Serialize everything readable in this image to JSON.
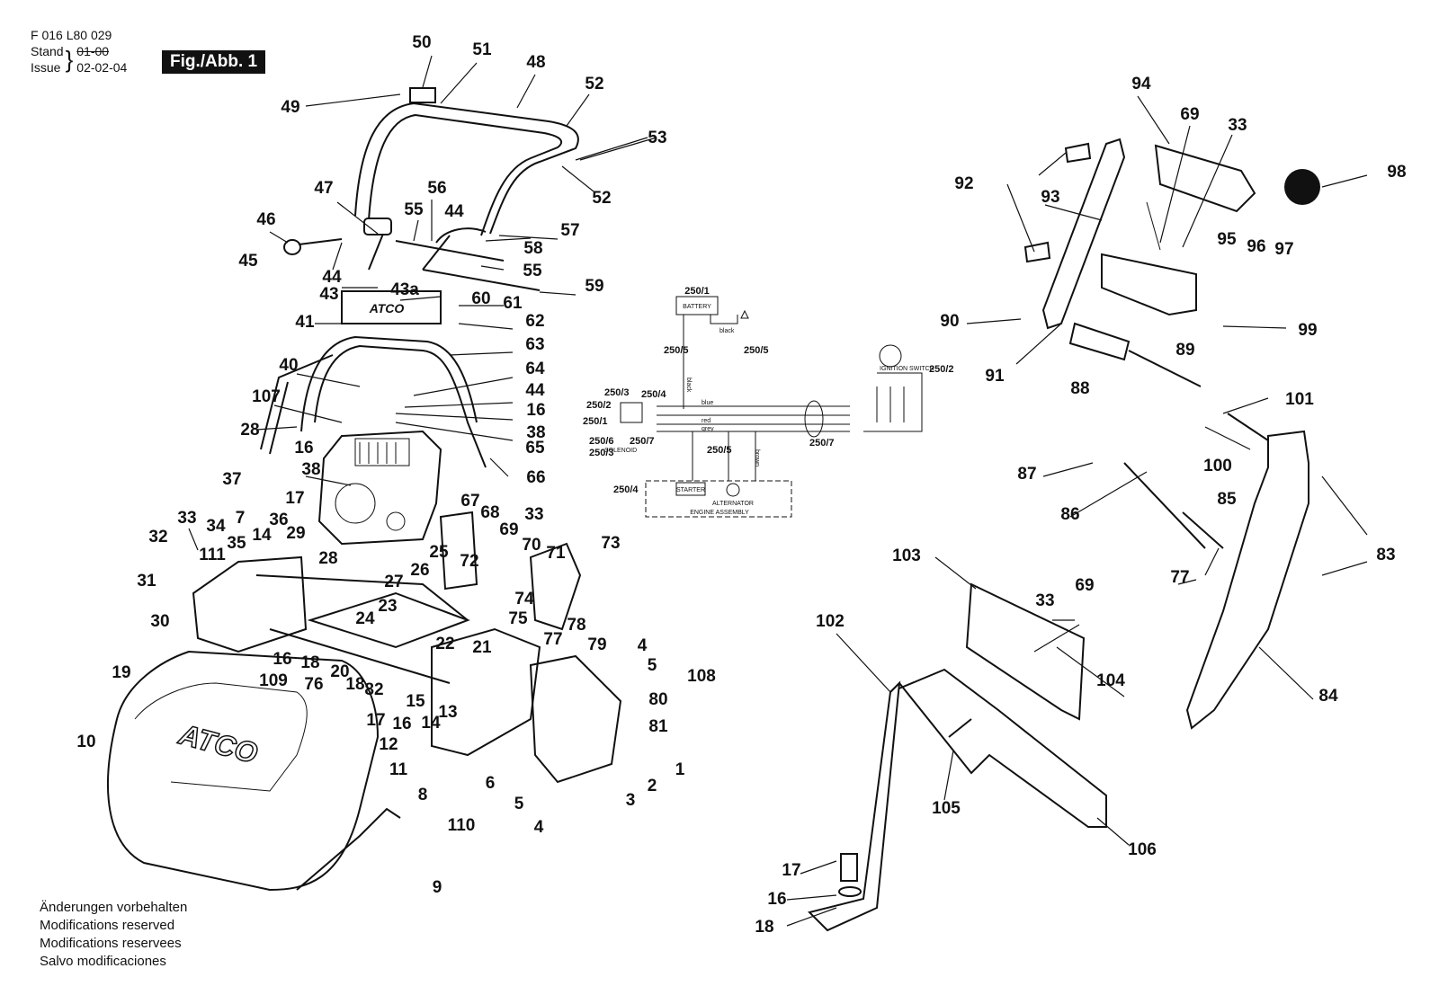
{
  "header": {
    "part_no": "F 016 L80 029",
    "stand_label": "Stand",
    "issue_label": "Issue",
    "stand_value_struck": "01-00",
    "issue_value": "02-02-04",
    "figure_label": "Fig./Abb. 1"
  },
  "notes": [
    "Änderungen vorbehalten",
    "Modifications reserved",
    "Modifications reservees",
    "Salvo modificaciones"
  ],
  "wiring": {
    "battery": "BATTERY",
    "black": "black",
    "blue": "blue",
    "red": "red",
    "grey": "grey",
    "brown": "brown",
    "solenoid": "SOLENOID",
    "ignition_switch": "IGNITION SWITCH",
    "starter": "STARTER",
    "alternator": "ALTERNATOR",
    "engine_assembly": "ENGINE ASSEMBLY",
    "refs": [
      "250/1",
      "250/5",
      "250/5",
      "250/3",
      "250/4",
      "250/2",
      "250/1",
      "250/6",
      "250/7",
      "250/3",
      "250/5",
      "250/7",
      "250/2",
      "250/4"
    ]
  },
  "callouts": [
    "50",
    "51",
    "48",
    "52",
    "53",
    "52",
    "49",
    "47",
    "56",
    "55",
    "44",
    "57",
    "46",
    "58",
    "45",
    "44",
    "55",
    "43",
    "43a",
    "59",
    "60",
    "61",
    "41",
    "62",
    "63",
    "40",
    "64",
    "44",
    "107",
    "16",
    "38",
    "28",
    "16",
    "38",
    "65",
    "37",
    "66",
    "17",
    "67",
    "68",
    "33",
    "33",
    "7",
    "36",
    "69",
    "70",
    "71",
    "34",
    "25",
    "73",
    "32",
    "35",
    "14",
    "29",
    "111",
    "72",
    "31",
    "28",
    "26",
    "27",
    "74",
    "23",
    "75",
    "30",
    "24",
    "22",
    "16",
    "21",
    "77",
    "78",
    "18",
    "109",
    "20",
    "79",
    "4",
    "76",
    "19",
    "82",
    "18",
    "15",
    "5",
    "108",
    "17",
    "16",
    "14",
    "13",
    "80",
    "10",
    "12",
    "81",
    "11",
    "6",
    "1",
    "2",
    "8",
    "5",
    "3",
    "110",
    "4",
    "9",
    "94",
    "69",
    "33",
    "98",
    "92",
    "93",
    "95",
    "96",
    "97",
    "90",
    "99",
    "91",
    "89",
    "88",
    "101",
    "100",
    "87",
    "86",
    "83",
    "85",
    "77",
    "103",
    "69",
    "33",
    "102",
    "104",
    "84",
    "105",
    "106",
    "17",
    "16",
    "18"
  ]
}
